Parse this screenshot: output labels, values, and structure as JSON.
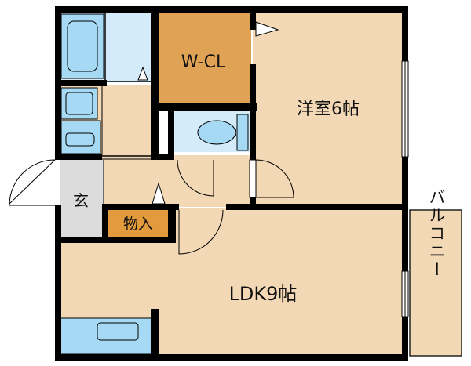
{
  "rooms": {
    "walk_in_closet": "W-CL",
    "western_room": "洋室6帖",
    "entrance": "玄",
    "storage": "物入",
    "ldk": "LDK9帖",
    "balcony": "バルコニー"
  },
  "colors": {
    "floor": "#f2d8b4",
    "wet_area": "#d4ecfa",
    "fixture": "#a6d9f3",
    "closet": "#e0a356",
    "storage": "#e39a3c",
    "entrance": "#dcdcdc",
    "wall": "#000000"
  }
}
